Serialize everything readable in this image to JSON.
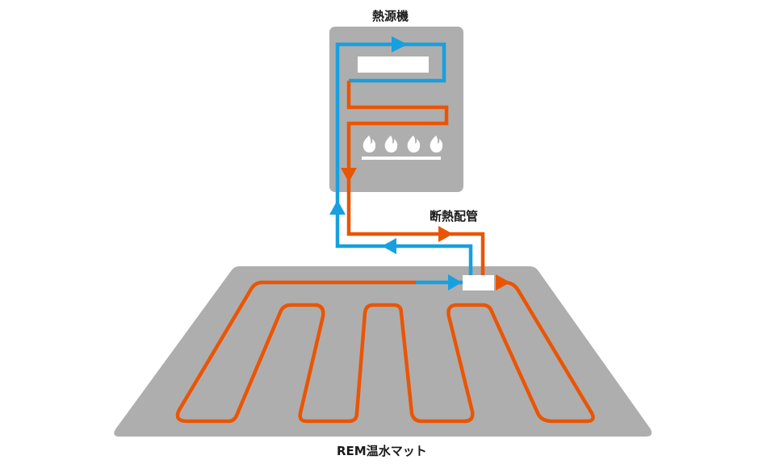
{
  "labels": {
    "heat_source": "熱源機",
    "insulated_pipe": "断熱配管",
    "mat": "REM温水マット"
  },
  "colors": {
    "hot": "#ea5504",
    "cold": "#17a0e0",
    "body": "#aeaeae",
    "white": "#ffffff"
  },
  "icons": [
    "flame-icon",
    "flame-icon",
    "flame-icon",
    "flame-icon"
  ]
}
